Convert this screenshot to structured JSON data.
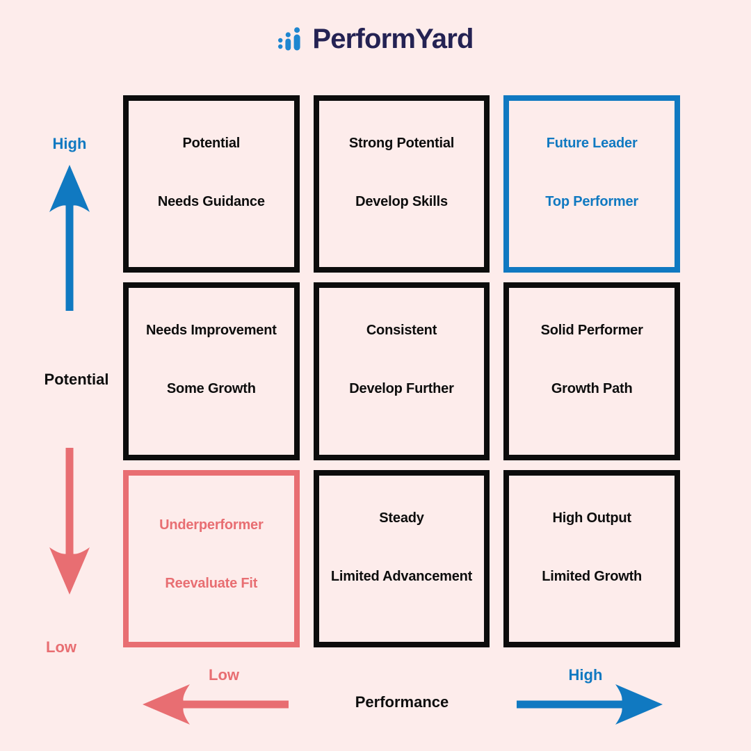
{
  "logo": {
    "text": "PerformYard"
  },
  "palette": {
    "background": "#fdeceb",
    "black": "#0c0c0c",
    "blue": "#1079c1",
    "pink": "#e86e72",
    "navy": "#242253",
    "icon_blue": "#1e86d0"
  },
  "grid": {
    "cells": [
      {
        "title": "Potential",
        "subtitle": "Needs Guidance",
        "variant": "black"
      },
      {
        "title": "Strong Potential",
        "subtitle": "Develop Skills",
        "variant": "black"
      },
      {
        "title": "Future Leader",
        "subtitle": "Top Performer",
        "variant": "blue"
      },
      {
        "title": "Needs Improvement",
        "subtitle": "Some Growth",
        "variant": "black"
      },
      {
        "title": "Consistent",
        "subtitle": "Develop Further",
        "variant": "black"
      },
      {
        "title": "Solid Performer",
        "subtitle": "Growth Path",
        "variant": "black"
      },
      {
        "title": "Underperformer",
        "subtitle": "Reevaluate Fit",
        "variant": "pink"
      },
      {
        "title": "Steady",
        "subtitle": "Limited Advancement",
        "variant": "black"
      },
      {
        "title": "High Output",
        "subtitle": "Limited Growth",
        "variant": "black"
      }
    ]
  },
  "y_axis": {
    "label": "Potential",
    "high_label": "High",
    "low_label": "Low"
  },
  "x_axis": {
    "label": "Performance",
    "high_label": "High",
    "low_label": "Low"
  }
}
